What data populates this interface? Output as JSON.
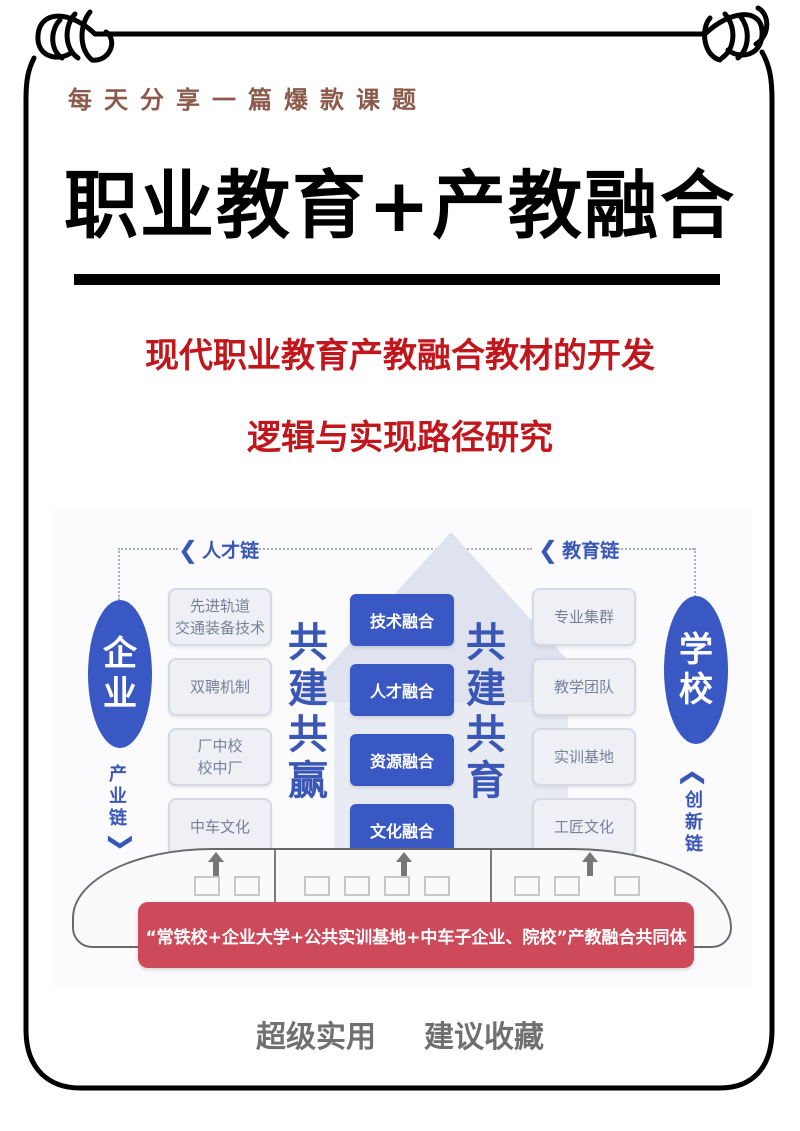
{
  "header": {
    "tagline": "每天分享一篇爆款课题",
    "main_title": "职业教育+产教融合",
    "subtitle_line1": "现代职业教育产教融合教材的开发",
    "subtitle_line2": "逻辑与实现路径研究"
  },
  "diagram": {
    "left_chain_label": "人才链",
    "right_chain_label": "教育链",
    "left_entity": [
      "企",
      "业"
    ],
    "right_entity": [
      "学",
      "校"
    ],
    "left_vertical_chain": [
      "产",
      "业",
      "链"
    ],
    "right_vertical_chain": [
      "创",
      "新",
      "链"
    ],
    "left_boxes": [
      {
        "lines": [
          "先进轨道",
          "交通装备技术"
        ]
      },
      {
        "lines": [
          "双聘机制"
        ]
      },
      {
        "lines": [
          "厂中校",
          "校中厂"
        ]
      },
      {
        "lines": [
          "中车文化"
        ]
      }
    ],
    "center_boxes": [
      "技术融合",
      "人才融合",
      "资源融合",
      "文化融合"
    ],
    "left_big_text": [
      "共",
      "建",
      "共",
      "赢"
    ],
    "right_big_text": [
      "共",
      "建",
      "共",
      "育"
    ],
    "right_boxes": [
      {
        "lines": [
          "专业集群"
        ]
      },
      {
        "lines": [
          "教学团队"
        ]
      },
      {
        "lines": [
          "实训基地"
        ]
      },
      {
        "lines": [
          "工匠文化"
        ]
      }
    ],
    "banner": "“常铁校+企业大学+公共实训基地+中车子企业、院校”产教融合共同体",
    "colors": {
      "primary_blue": "#3a58c4",
      "banner_red": "#cc4a5a",
      "box_fill": "#eef0f6",
      "title_red": "#c0161c",
      "tagline_brown": "#8b5a4a"
    }
  },
  "footer": {
    "tags": [
      "超级实用",
      "建议收藏"
    ]
  }
}
